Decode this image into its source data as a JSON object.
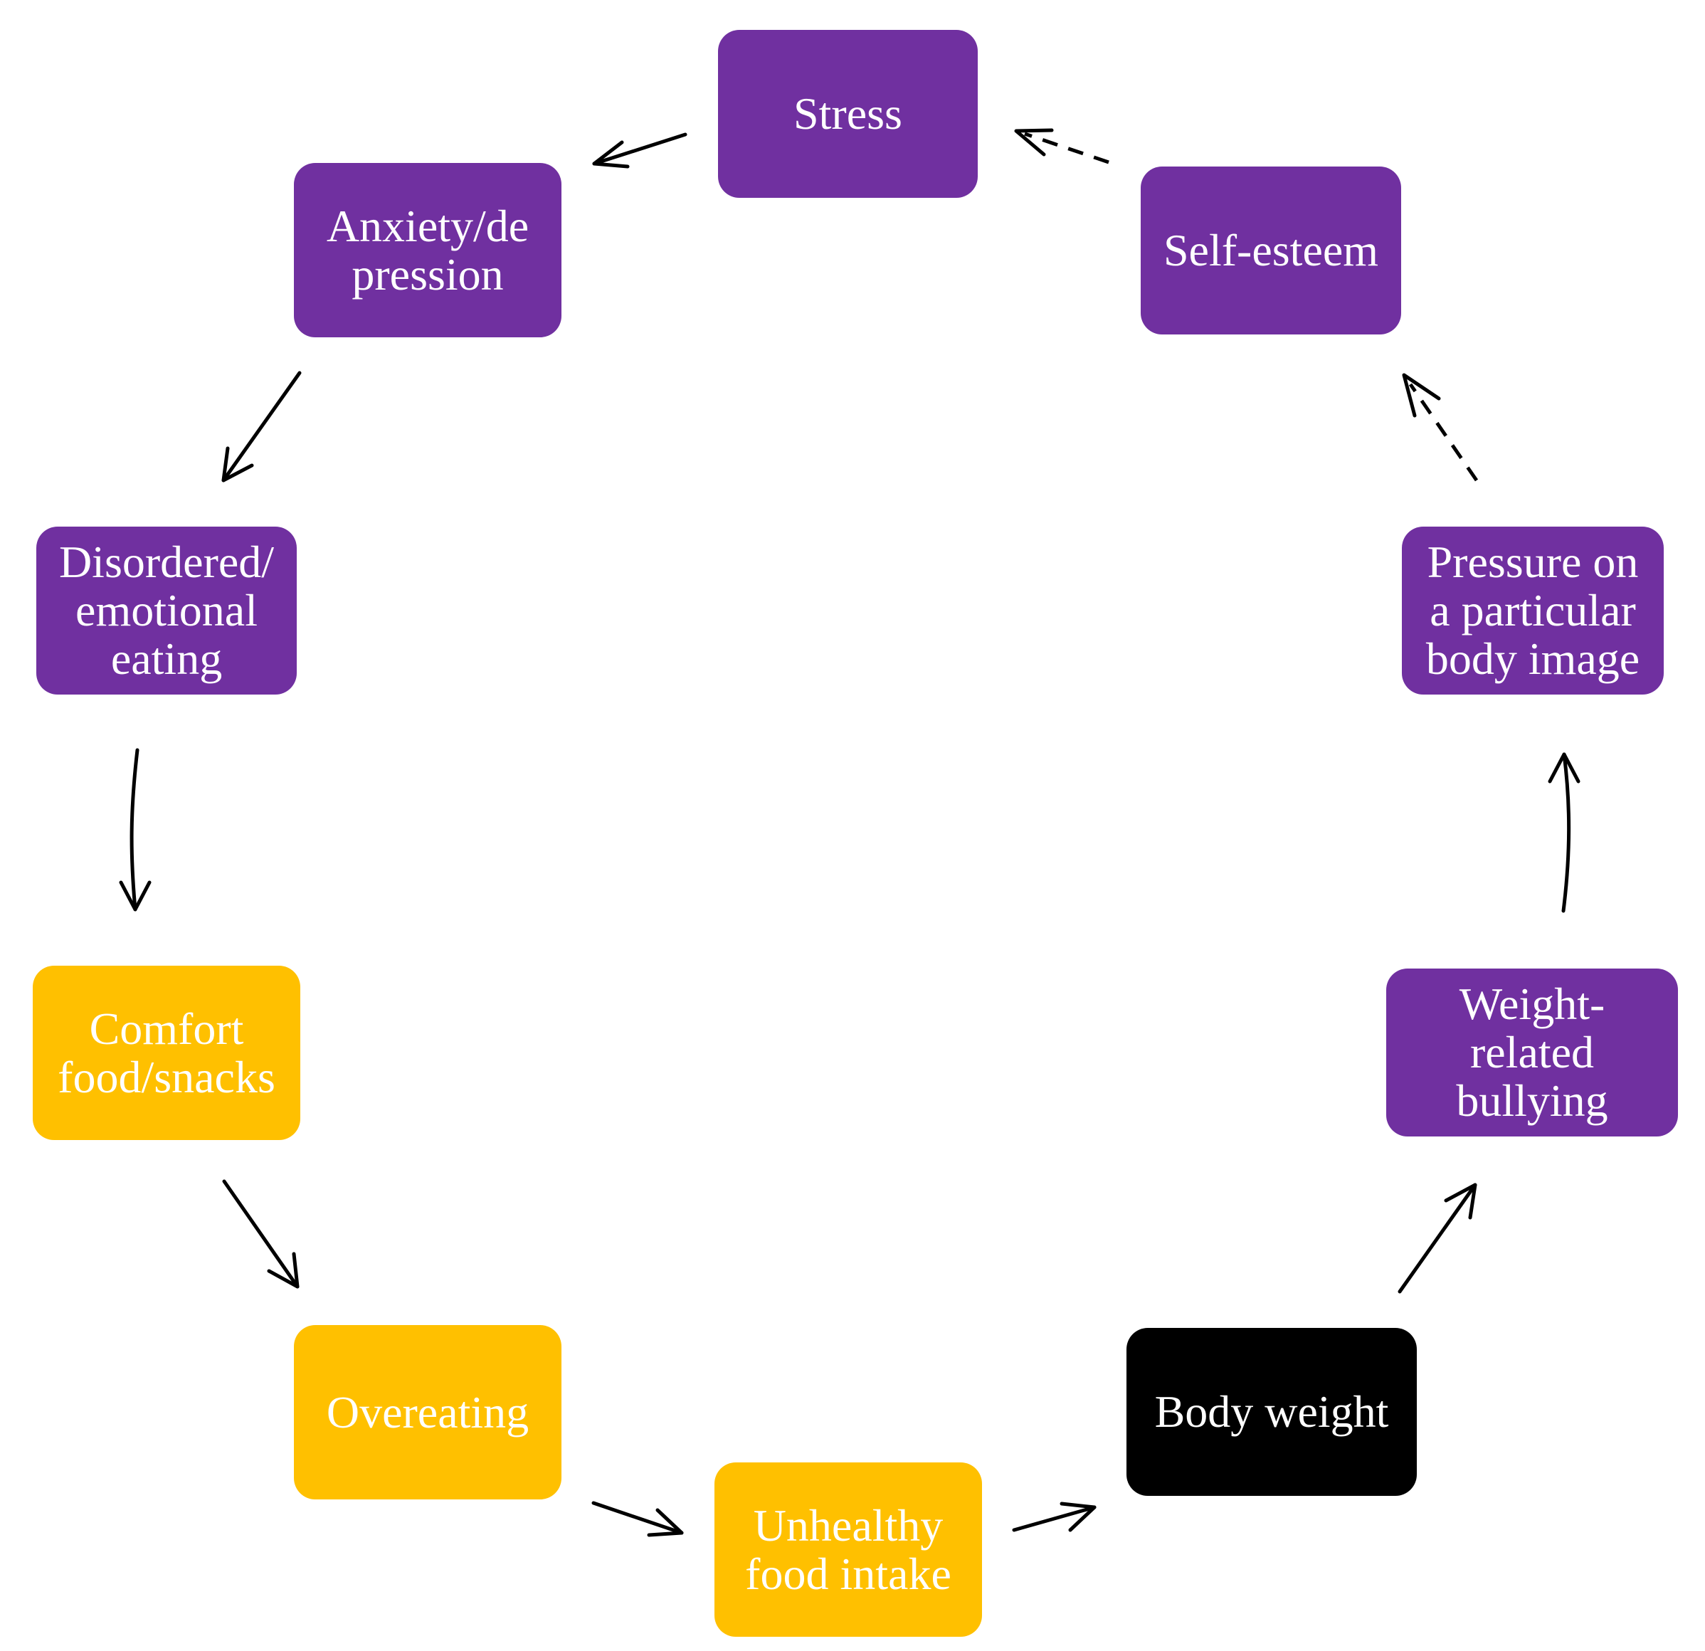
{
  "colors": {
    "purple": "#7030A0",
    "yellow": "#FFC000",
    "black": "#000000",
    "arrow": "#000000",
    "text": "#FFFFFF"
  },
  "nodes": [
    {
      "id": "stress",
      "label": "Stress",
      "color": "purple"
    },
    {
      "id": "self-esteem",
      "label": "Self-esteem",
      "color": "purple"
    },
    {
      "id": "anxiety-depression",
      "label": "Anxiety/de\npression",
      "color": "purple"
    },
    {
      "id": "disordered-eating",
      "label": "Disordered/\nemotional\neating",
      "color": "purple"
    },
    {
      "id": "pressure-body-image",
      "label": "Pressure on\na particular\nbody image",
      "color": "purple"
    },
    {
      "id": "comfort-food",
      "label": "Comfort\nfood/snacks",
      "color": "yellow"
    },
    {
      "id": "weight-bullying",
      "label": "Weight-\nrelated\nbullying",
      "color": "purple"
    },
    {
      "id": "overeating",
      "label": "Overeating",
      "color": "yellow"
    },
    {
      "id": "body-weight",
      "label": "Body weight",
      "color": "black"
    },
    {
      "id": "unhealthy-food",
      "label": "Unhealthy\nfood intake",
      "color": "yellow"
    }
  ],
  "edges": [
    {
      "from": "stress",
      "to": "anxiety-depression",
      "style": "solid"
    },
    {
      "from": "anxiety-depression",
      "to": "disordered-eating",
      "style": "solid"
    },
    {
      "from": "disordered-eating",
      "to": "comfort-food",
      "style": "solid"
    },
    {
      "from": "comfort-food",
      "to": "overeating",
      "style": "solid"
    },
    {
      "from": "overeating",
      "to": "unhealthy-food",
      "style": "solid"
    },
    {
      "from": "unhealthy-food",
      "to": "body-weight",
      "style": "solid"
    },
    {
      "from": "body-weight",
      "to": "weight-bullying",
      "style": "solid"
    },
    {
      "from": "weight-bullying",
      "to": "pressure-body-image",
      "style": "solid"
    },
    {
      "from": "pressure-body-image",
      "to": "self-esteem",
      "style": "dashed"
    },
    {
      "from": "self-esteem",
      "to": "stress",
      "style": "dashed"
    }
  ]
}
